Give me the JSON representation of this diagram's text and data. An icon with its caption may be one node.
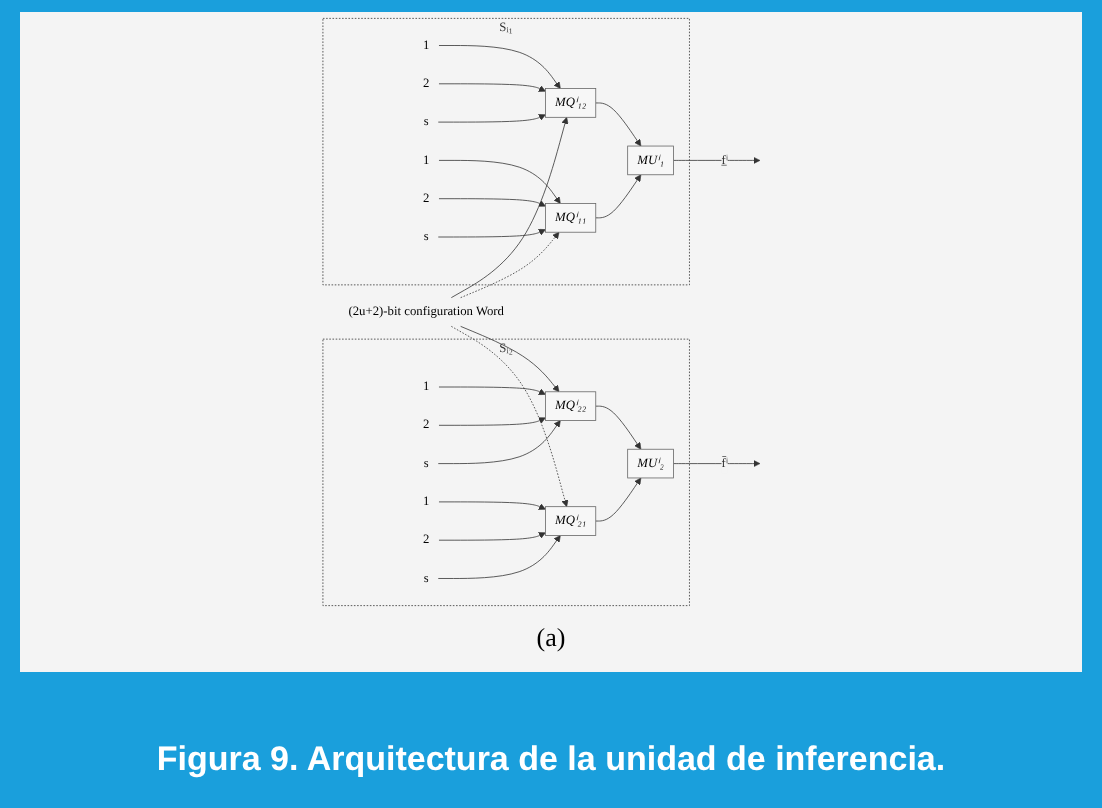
{
  "diagram": {
    "caption": "Figura 9. Arquitectura de la unidad de inferencia.",
    "nodes": [
      {
        "text": [
          "Sᵢ₁"
        ]
      },
      {
        "text": [
          "1"
        ],
        "in": 0
      },
      {
        "text": [
          "2"
        ],
        "in": 0
      },
      {
        "text": [
          "s"
        ],
        "in": 0
      },
      {
        "text": [
          "MQⁱ₁₂"
        ],
        "in": 0
      },
      {
        "text": [
          "MUⁱ₁"
        ],
        "in": 0
      },
      {
        "text": [
          "1"
        ],
        "in": 0
      },
      {
        "text": [
          "2"
        ],
        "in": 0
      },
      {
        "text": [
          "s"
        ],
        "in": 0
      },
      {
        "text": [
          "MQⁱ₁₁"
        ],
        "in": 0
      },
      {
        "text": [
          "Sᵢ₂"
        ]
      },
      {
        "text": [
          "1"
        ],
        "in": 10
      },
      {
        "text": [
          "2"
        ],
        "in": 10
      },
      {
        "text": [
          "s"
        ],
        "in": 10
      },
      {
        "text": [
          "MQⁱ₂₂"
        ],
        "in": 10
      },
      {
        "text": [
          "MUⁱ₂"
        ],
        "in": 10
      },
      {
        "text": [
          "1"
        ],
        "in": 10
      },
      {
        "text": [
          "2"
        ],
        "in": 10
      },
      {
        "text": [
          "s"
        ],
        "in": 10
      },
      {
        "text": [
          "MQⁱ₂₁"
        ],
        "in": 10
      },
      {
        "text": [
          "(2u+2)-bit configuration Word"
        ]
      }
    ],
    "edges": [
      {
        "from": 1,
        "to": 4,
        "arrow": "to"
      },
      {
        "from": 2,
        "to": 4,
        "arrow": "to"
      },
      {
        "from": 3,
        "to": 4,
        "arrow": "to"
      },
      {
        "from": 6,
        "to": 9,
        "arrow": "to"
      },
      {
        "from": 7,
        "to": 9,
        "arrow": "to"
      },
      {
        "from": 8,
        "to": 9,
        "arrow": "to"
      },
      {
        "from": 4,
        "to": 5,
        "arrow": "to"
      },
      {
        "from": 9,
        "to": 5,
        "arrow": "to"
      },
      {
        "from": 5,
        "to": null,
        "arrow": "to",
        "label": "f̲ⁱ"
      },
      {
        "from": 11,
        "to": 14,
        "arrow": "to"
      },
      {
        "from": 12,
        "to": 14,
        "arrow": "to"
      },
      {
        "from": 13,
        "to": 14,
        "arrow": "to"
      },
      {
        "from": 16,
        "to": 19,
        "arrow": "to"
      },
      {
        "from": 17,
        "to": 19,
        "arrow": "to"
      },
      {
        "from": 18,
        "to": 19,
        "arrow": "to"
      },
      {
        "from": 14,
        "to": 15,
        "arrow": "to"
      },
      {
        "from": 19,
        "to": 15,
        "arrow": "to"
      },
      {
        "from": 15,
        "to": null,
        "arrow": "to",
        "label": "f̄ⁱ"
      },
      {
        "from": 20,
        "to": 4,
        "arrow": "to"
      },
      {
        "from": 20,
        "to": 14,
        "arrow": "to"
      },
      {
        "from": 20,
        "to": 9,
        "arrow": "to",
        "style": "dashed"
      },
      {
        "from": 20,
        "to": 19,
        "arrow": "to",
        "style": "dashed"
      }
    ],
    "labels": [
      "(a)"
    ]
  }
}
